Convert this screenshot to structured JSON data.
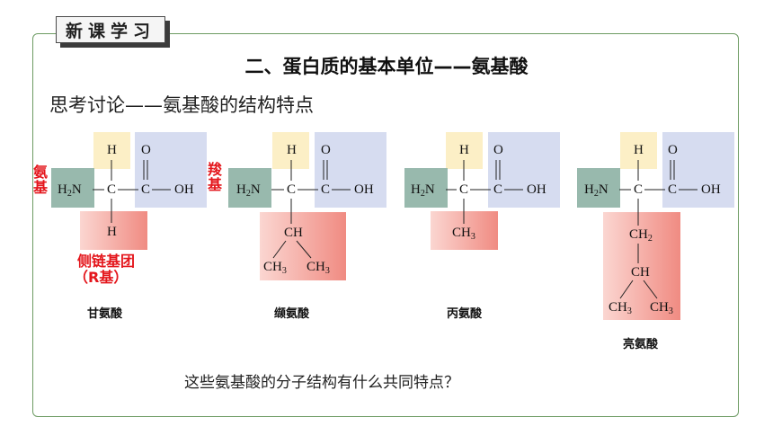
{
  "tag": {
    "text": "新课学习"
  },
  "title": "二、蛋白质的基本单位——氨基酸",
  "subtitle": "思考讨论——氨基酸的结构特点",
  "labels": {
    "amino_group": "氨基",
    "carboxyl_group": "羧基",
    "side_chain": "侧链基团",
    "r_group": "（R基）"
  },
  "amino_acids": [
    {
      "name": "甘氨酸",
      "r_group": [
        "H"
      ]
    },
    {
      "name": "缬氨酸",
      "r_group": [
        "CH",
        "CH3",
        "CH3"
      ]
    },
    {
      "name": "丙氨酸",
      "r_group": [
        "CH3"
      ]
    },
    {
      "name": "亮氨酸",
      "r_group": [
        "CH2",
        "CH",
        "CH3",
        "CH3"
      ]
    }
  ],
  "atoms": {
    "h": "H",
    "o": "O",
    "c": "C",
    "oh": "OH",
    "n_prefix": "H",
    "n_suffix": "N"
  },
  "question": "这些氨基酸的分子结构有什么共同特点？",
  "colors": {
    "frame": "#6d9b63",
    "highlight_red": "#e4161c",
    "h_box": "#fcefc6",
    "carboxyl_box": "#d6dcf0",
    "amino_box": "#98b9ad",
    "r_box": "#f08b82"
  }
}
